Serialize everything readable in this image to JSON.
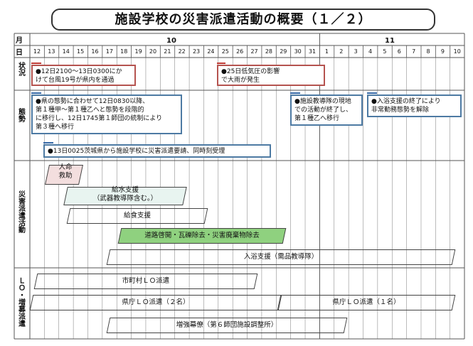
{
  "title": "施設学校の災害派遣活動の概要（１／２）",
  "header": {
    "month_label": "月",
    "day_label": "日",
    "month1": "10",
    "month2": "11",
    "days": [
      "12",
      "13",
      "14",
      "15",
      "16",
      "17",
      "18",
      "19",
      "20",
      "21",
      "22",
      "23",
      "24",
      "25",
      "26",
      "27",
      "28",
      "29",
      "30",
      "31",
      "1",
      "2",
      "3",
      "4",
      "5",
      "6",
      "7",
      "8",
      "9",
      "10"
    ]
  },
  "sections": {
    "situation": "状況",
    "posture": "態勢",
    "dispatch": "災害派遣活動",
    "liaison": "ＬＯ・増募派遣"
  },
  "situation_notes": {
    "typhoon_line1": "●12日2100～13日0300にか",
    "typhoon_line2": "けて台風19号が県内を通過",
    "rain_line1": "●25日低気圧の影響",
    "rain_line2": "で大雨が発生"
  },
  "posture_notes": {
    "a_line1": "●県の態勢に合わせて12日0830以降、",
    "a_line2": "第１種甲～第１種乙へと態勢を段階的",
    "a_line3": "に移行し、12日1745第１師団の統制により",
    "a_line4": "第３種へ移行",
    "b_line1": "●施設教導隊の現地",
    "b_line2": "での活動が終了し、",
    "b_line3": "第１種乙へ移行",
    "c_line1": "●入浴支援の終了により",
    "c_line2": "非常勤務態勢を解除",
    "request": "●13日0025茨城県から施設学校に災害派遣要請、同時刻受理"
  },
  "activities": {
    "rescue_line1": "人命",
    "rescue_line2": "救助",
    "water_line1": "給水支援",
    "water_line2": "（武器教導隊含む。）",
    "food": "給食支援",
    "road": "道路啓開・瓦礫除去・災害廃棄物除去",
    "bath": "入浴支援（需品教導隊）"
  },
  "liaison": {
    "city": "市町村ＬＯ派遣",
    "pref2": "県庁ＬＯ派遣（２名）",
    "pref1": "県庁ＬＯ派遣（１名）",
    "reinforce": "増強幕僚（第６師団施設調整所）"
  },
  "colors": {
    "rescue_fill": "#f3dede",
    "water_fill": "#e8f4f0",
    "road_fill": "#8fd17f",
    "red_border": "#b5534f",
    "blue_border": "#4d7aa3"
  }
}
